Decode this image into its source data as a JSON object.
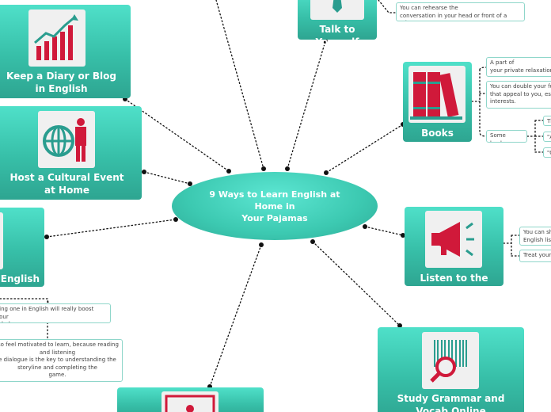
{
  "central": {
    "lines": [
      "9 Ways to Learn English at",
      "Home in",
      "Your Pajamas"
    ]
  },
  "topics": {
    "diary": {
      "label": "Keep a Diary or Blog in English",
      "icon": "growth-chart-icon"
    },
    "cultural": {
      "label": "Host a Cultural Event at Home",
      "icon": "globe-person-icon"
    },
    "games": {
      "label": "n English",
      "icon": "game-icon"
    },
    "talk": {
      "label": "Talk to Yourself",
      "icon": "speaking-person-icon"
    },
    "books": {
      "label": "Books",
      "icon": "books-icon"
    },
    "radio": {
      "label": "Listen to the Radio",
      "icon": "megaphone-icon"
    },
    "grammar": {
      "label": "Study Grammar and Vocab Online",
      "icon": "barcode-magnifier-icon"
    },
    "bottom": {
      "label": "",
      "icon": "picture-icon"
    }
  },
  "notes": {
    "talk_1": "You can rehearse the\nconversation in your head or front of a mirror.",
    "books_1": "A part of\nyour private relaxation",
    "books_2": "You can double your fu\nthat appeal to you, esp\ninterests.",
    "books_some": "Some books:",
    "books_t1": "Th",
    "books_t2": "\"A",
    "books_t3": "\"C",
    "radio_1": "You can sh\nEnglish lis",
    "radio_2": "Treat your",
    "games_1": "ying one in English will really boost your\ntabulary.",
    "games_2": "lso feel motivated to learn, because reading\nand listening\ne dialogue is the key to understanding the\nstoryline and completing the\ngame."
  },
  "colors": {
    "accent": "#3cc9b1",
    "accent_dark": "#2ea591",
    "icon_red": "#d0193a",
    "icon_teal": "#2a9d8f"
  }
}
